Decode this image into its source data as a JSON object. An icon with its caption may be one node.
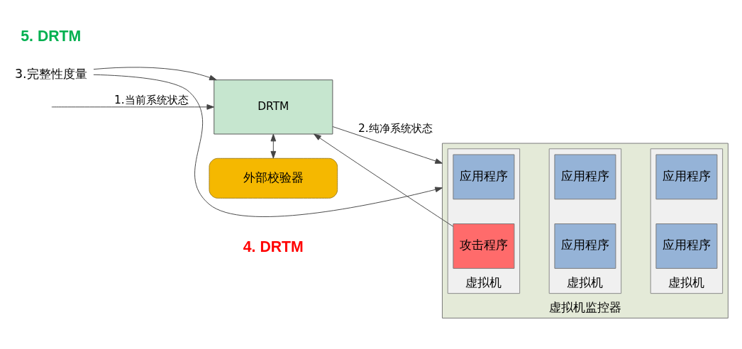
{
  "diagram": {
    "nodes": [
      {
        "text": [
          "DRTM"
        ]
      },
      {
        "text": [
          "虚拟机监控器"
        ]
      },
      {
        "text": [
          "虚拟机"
        ],
        "in": 1
      },
      {
        "text": [
          "攻击程序"
        ],
        "in": 2
      },
      {
        "text": [
          "应用程序"
        ],
        "in": 2
      },
      {
        "text": [
          "虚拟机"
        ],
        "in": 1
      },
      {
        "text": [
          "应用程序"
        ],
        "in": 5
      },
      {
        "text": [
          "应用程序"
        ],
        "in": 5
      },
      {
        "text": [
          "虚拟机"
        ],
        "in": 1
      },
      {
        "text": [
          "应用程序"
        ],
        "in": 8
      },
      {
        "text": [
          "应用程序"
        ],
        "in": 8
      },
      {
        "text": [
          "外部校验器"
        ]
      },
      {
        "text": [
          "3.完整性度量"
        ]
      }
    ],
    "edges": [
      {
        "from": null,
        "to": 0,
        "arrow": "to",
        "label": "1.当前系统状态"
      },
      {
        "from": 0,
        "to": 1,
        "arrow": "to",
        "label": "2.纯净系统状态"
      },
      {
        "from": 12,
        "to": 0,
        "arrow": "to"
      },
      {
        "from": 12,
        "to": 1,
        "arrow": "to"
      },
      {
        "from": 3,
        "to": 0,
        "arrow": "to"
      },
      {
        "from": 0,
        "to": 11,
        "arrow": "both"
      }
    ],
    "labels": [
      "4. DRTM",
      "5. DRTM"
    ]
  }
}
